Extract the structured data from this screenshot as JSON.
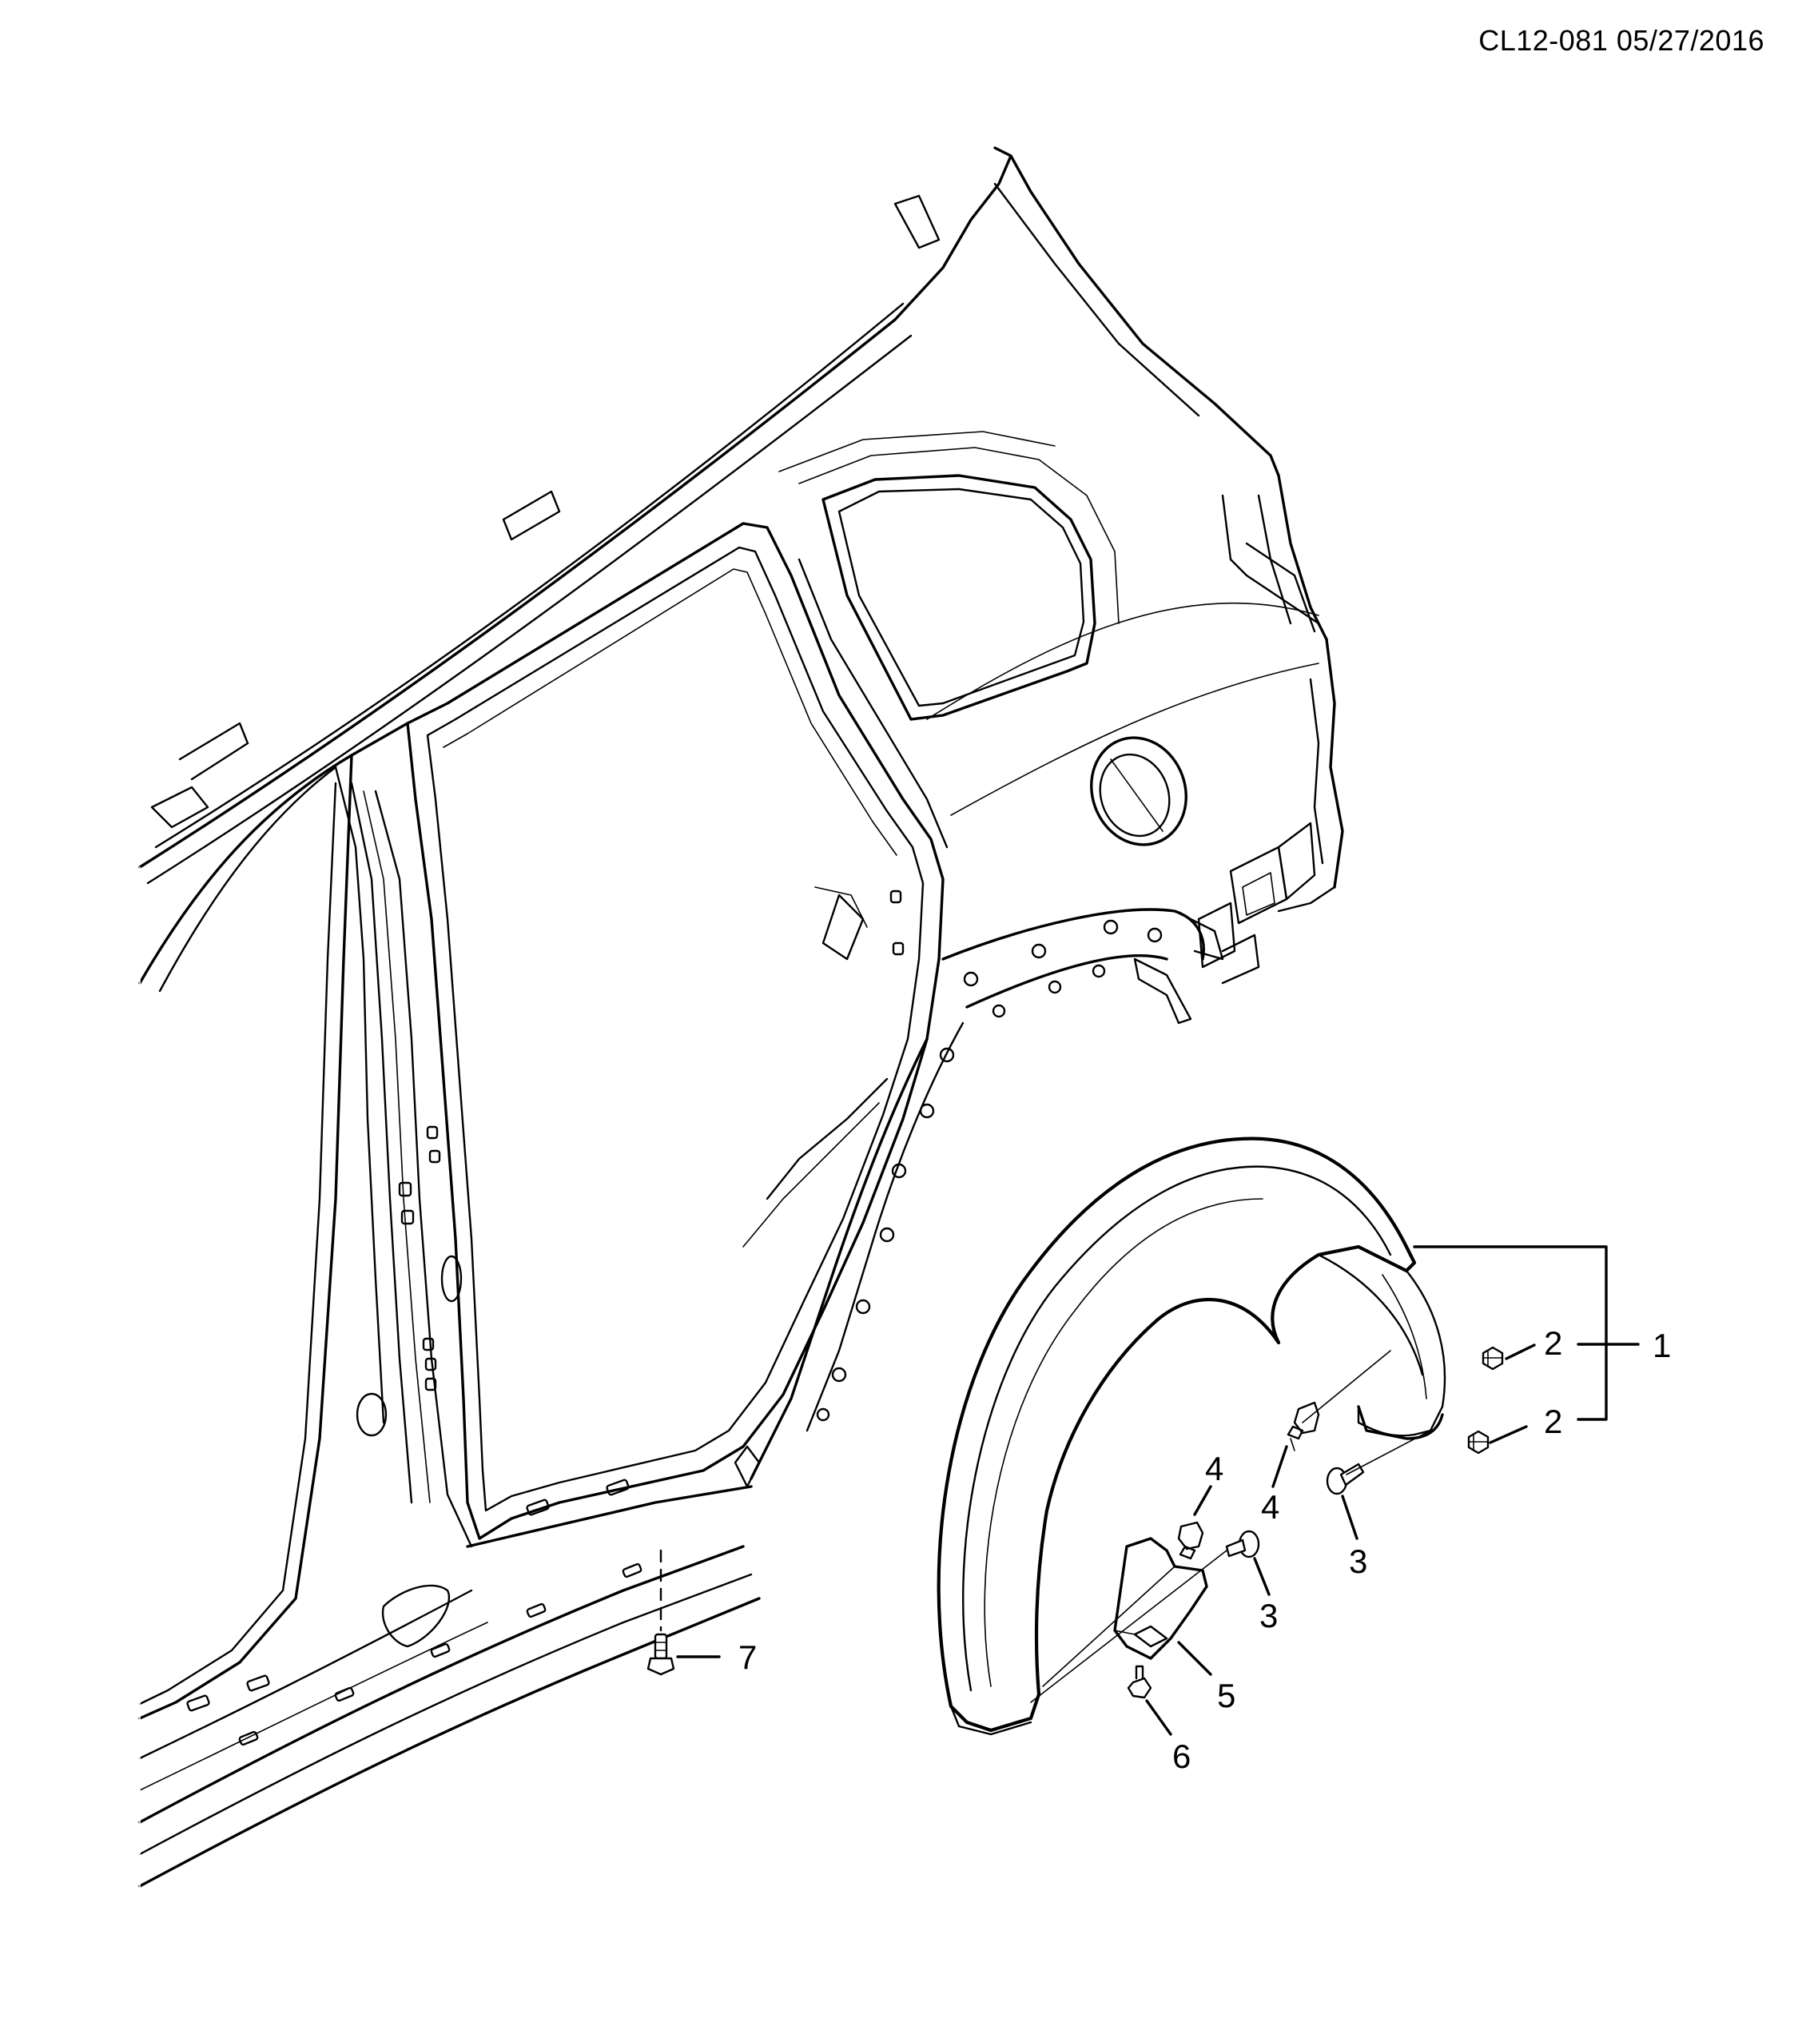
{
  "document_code": "CL12-081 05/27/2016",
  "callouts": [
    {
      "id": "c1",
      "label": "1",
      "part": "wheelhouse-liner-assembly"
    },
    {
      "id": "c2a",
      "label": "2",
      "part": "nut-upper"
    },
    {
      "id": "c2b",
      "label": "2",
      "part": "nut-lower"
    },
    {
      "id": "c3a",
      "label": "3",
      "part": "push-pin-retainer-right"
    },
    {
      "id": "c3b",
      "label": "3",
      "part": "push-pin-retainer-center"
    },
    {
      "id": "c4a",
      "label": "4",
      "part": "retainer-upper"
    },
    {
      "id": "c4b",
      "label": "4",
      "part": "retainer-lower"
    },
    {
      "id": "c5",
      "label": "5",
      "part": "splash-shield"
    },
    {
      "id": "c6",
      "label": "6",
      "part": "screw"
    },
    {
      "id": "c7",
      "label": "7",
      "part": "bolt"
    }
  ]
}
